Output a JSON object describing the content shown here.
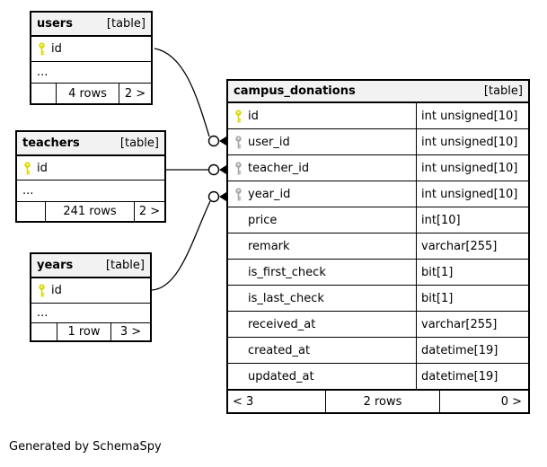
{
  "note": "Generated by SchemaSpy",
  "colors": {
    "primary_key": "#d9d900",
    "foreign_key": "#a8a8a8",
    "header_bg": "#f2f2f2",
    "border": "#000000",
    "background": "#ffffff"
  },
  "users": {
    "name": "users",
    "tag": "[table]",
    "rows": [
      {
        "name": "id",
        "key": "primary"
      },
      {
        "name": "...",
        "key": null
      }
    ],
    "footer": {
      "left": "",
      "rows": "4 rows",
      "links": "2 >"
    }
  },
  "teachers": {
    "name": "teachers",
    "tag": "[table]",
    "rows": [
      {
        "name": "id",
        "key": "primary"
      },
      {
        "name": "...",
        "key": null
      }
    ],
    "footer": {
      "left": "",
      "rows": "241 rows",
      "links": "2 >"
    }
  },
  "years": {
    "name": "years",
    "tag": "[table]",
    "rows": [
      {
        "name": "id",
        "key": "primary"
      },
      {
        "name": "...",
        "key": null
      }
    ],
    "footer": {
      "left": "",
      "rows": "1 row",
      "links": "3 >"
    }
  },
  "campus_donations": {
    "name": "campus_donations",
    "tag": "[table]",
    "rows": [
      {
        "name": "id",
        "type": "int unsigned[10]",
        "key": "primary"
      },
      {
        "name": "user_id",
        "type": "int unsigned[10]",
        "key": "foreign"
      },
      {
        "name": "teacher_id",
        "type": "int unsigned[10]",
        "key": "foreign"
      },
      {
        "name": "year_id",
        "type": "int unsigned[10]",
        "key": "foreign"
      },
      {
        "name": "price",
        "type": "int[10]",
        "key": null
      },
      {
        "name": "remark",
        "type": "varchar[255]",
        "key": null
      },
      {
        "name": "is_first_check",
        "type": "bit[1]",
        "key": null
      },
      {
        "name": "is_last_check",
        "type": "bit[1]",
        "key": null
      },
      {
        "name": "received_at",
        "type": "varchar[255]",
        "key": null
      },
      {
        "name": "created_at",
        "type": "datetime[19]",
        "key": null
      },
      {
        "name": "updated_at",
        "type": "datetime[19]",
        "key": null
      }
    ],
    "footer": {
      "left": "< 3",
      "rows": "2 rows",
      "links": "0 >"
    }
  },
  "relationships": [
    {
      "from": "users.id",
      "to": "campus_donations.user_id"
    },
    {
      "from": "teachers.id",
      "to": "campus_donations.teacher_id"
    },
    {
      "from": "years.id",
      "to": "campus_donations.year_id"
    }
  ]
}
